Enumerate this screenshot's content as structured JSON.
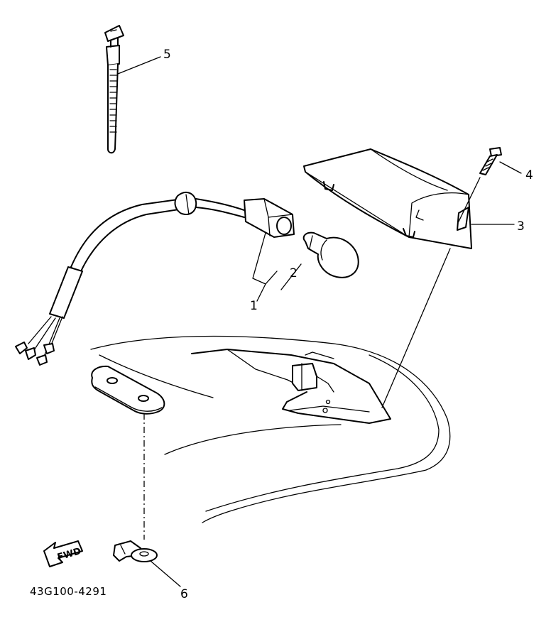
{
  "callouts": [
    "1",
    "2",
    "3",
    "4",
    "5",
    "6"
  ],
  "fwd_label": "FWD",
  "diagram_code": "43G100-4291"
}
